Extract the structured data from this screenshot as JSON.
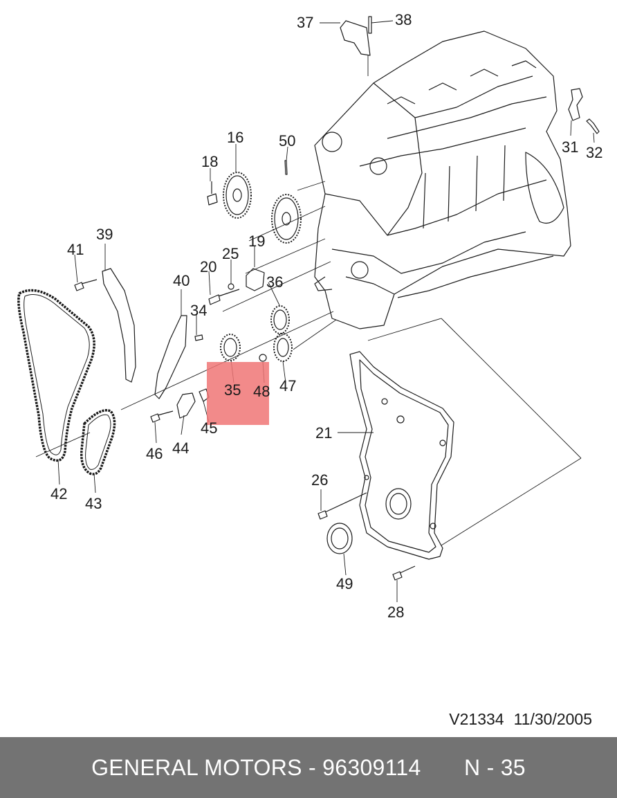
{
  "callouts": {
    "c16": "16",
    "c18": "18",
    "c19": "19",
    "c20": "20",
    "c21": "21",
    "c25": "25",
    "c26": "26",
    "c28": "28",
    "c31": "31",
    "c32": "32",
    "c34": "34",
    "c35": "35",
    "c36": "36",
    "c37": "37",
    "c38": "38",
    "c39": "39",
    "c40": "40",
    "c41": "41",
    "c42": "42",
    "c43": "43",
    "c44": "44",
    "c45": "45",
    "c46": "46",
    "c47": "47",
    "c48": "48",
    "c49": "49",
    "c50": "50"
  },
  "highlighted_part": "35",
  "colors": {
    "highlight": "#f07575",
    "footer_bar": "#737373",
    "line": "#1a1a1a"
  },
  "footer": {
    "drawing_code": "V21334",
    "date": "11/30/2005",
    "manufacturer": "GENERAL MOTORS",
    "part_number": "96309114",
    "page_ref": "N - 35"
  }
}
